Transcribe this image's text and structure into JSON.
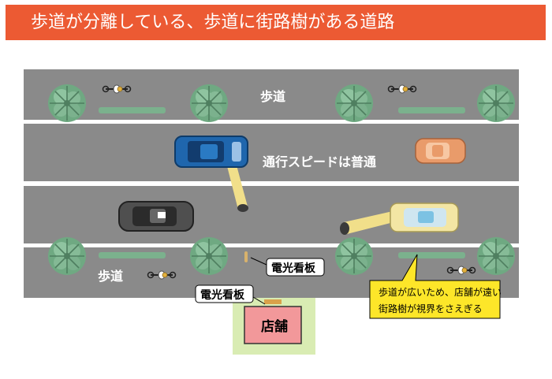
{
  "title": "歩道が分離している、歩道に街路樹がある道路",
  "labels": {
    "sidewalk_top": "歩道",
    "speed": "通行スピードは普通",
    "sidewalk_bottom": "歩道",
    "sign_left": "電光看板",
    "sign_right": "電光看板",
    "shop": "店舗",
    "callout_line1": "歩道が広いため、店舗が遠い",
    "callout_line2": "街路樹が視界をさえぎる"
  },
  "colors": {
    "title_bar": "#ec5a33",
    "road": "#8a8a8a",
    "sidewalk": "#8f8f8f",
    "lane_line": "#ffffff",
    "shop_lot": "#d9ecb3",
    "shop_building": "#f2989a",
    "callout": "#fde629",
    "tree": "#7ab28c",
    "car_blue": "#1f66ad",
    "car_orange": "#e99b6a",
    "car_gray": "#555555",
    "car_yellow": "#f3e6a4",
    "headlight_beam": "#f1df8a"
  },
  "icons": [
    "tree-icon",
    "bicycle-icon",
    "car-icon",
    "headlight-beam",
    "sign-icon"
  ]
}
